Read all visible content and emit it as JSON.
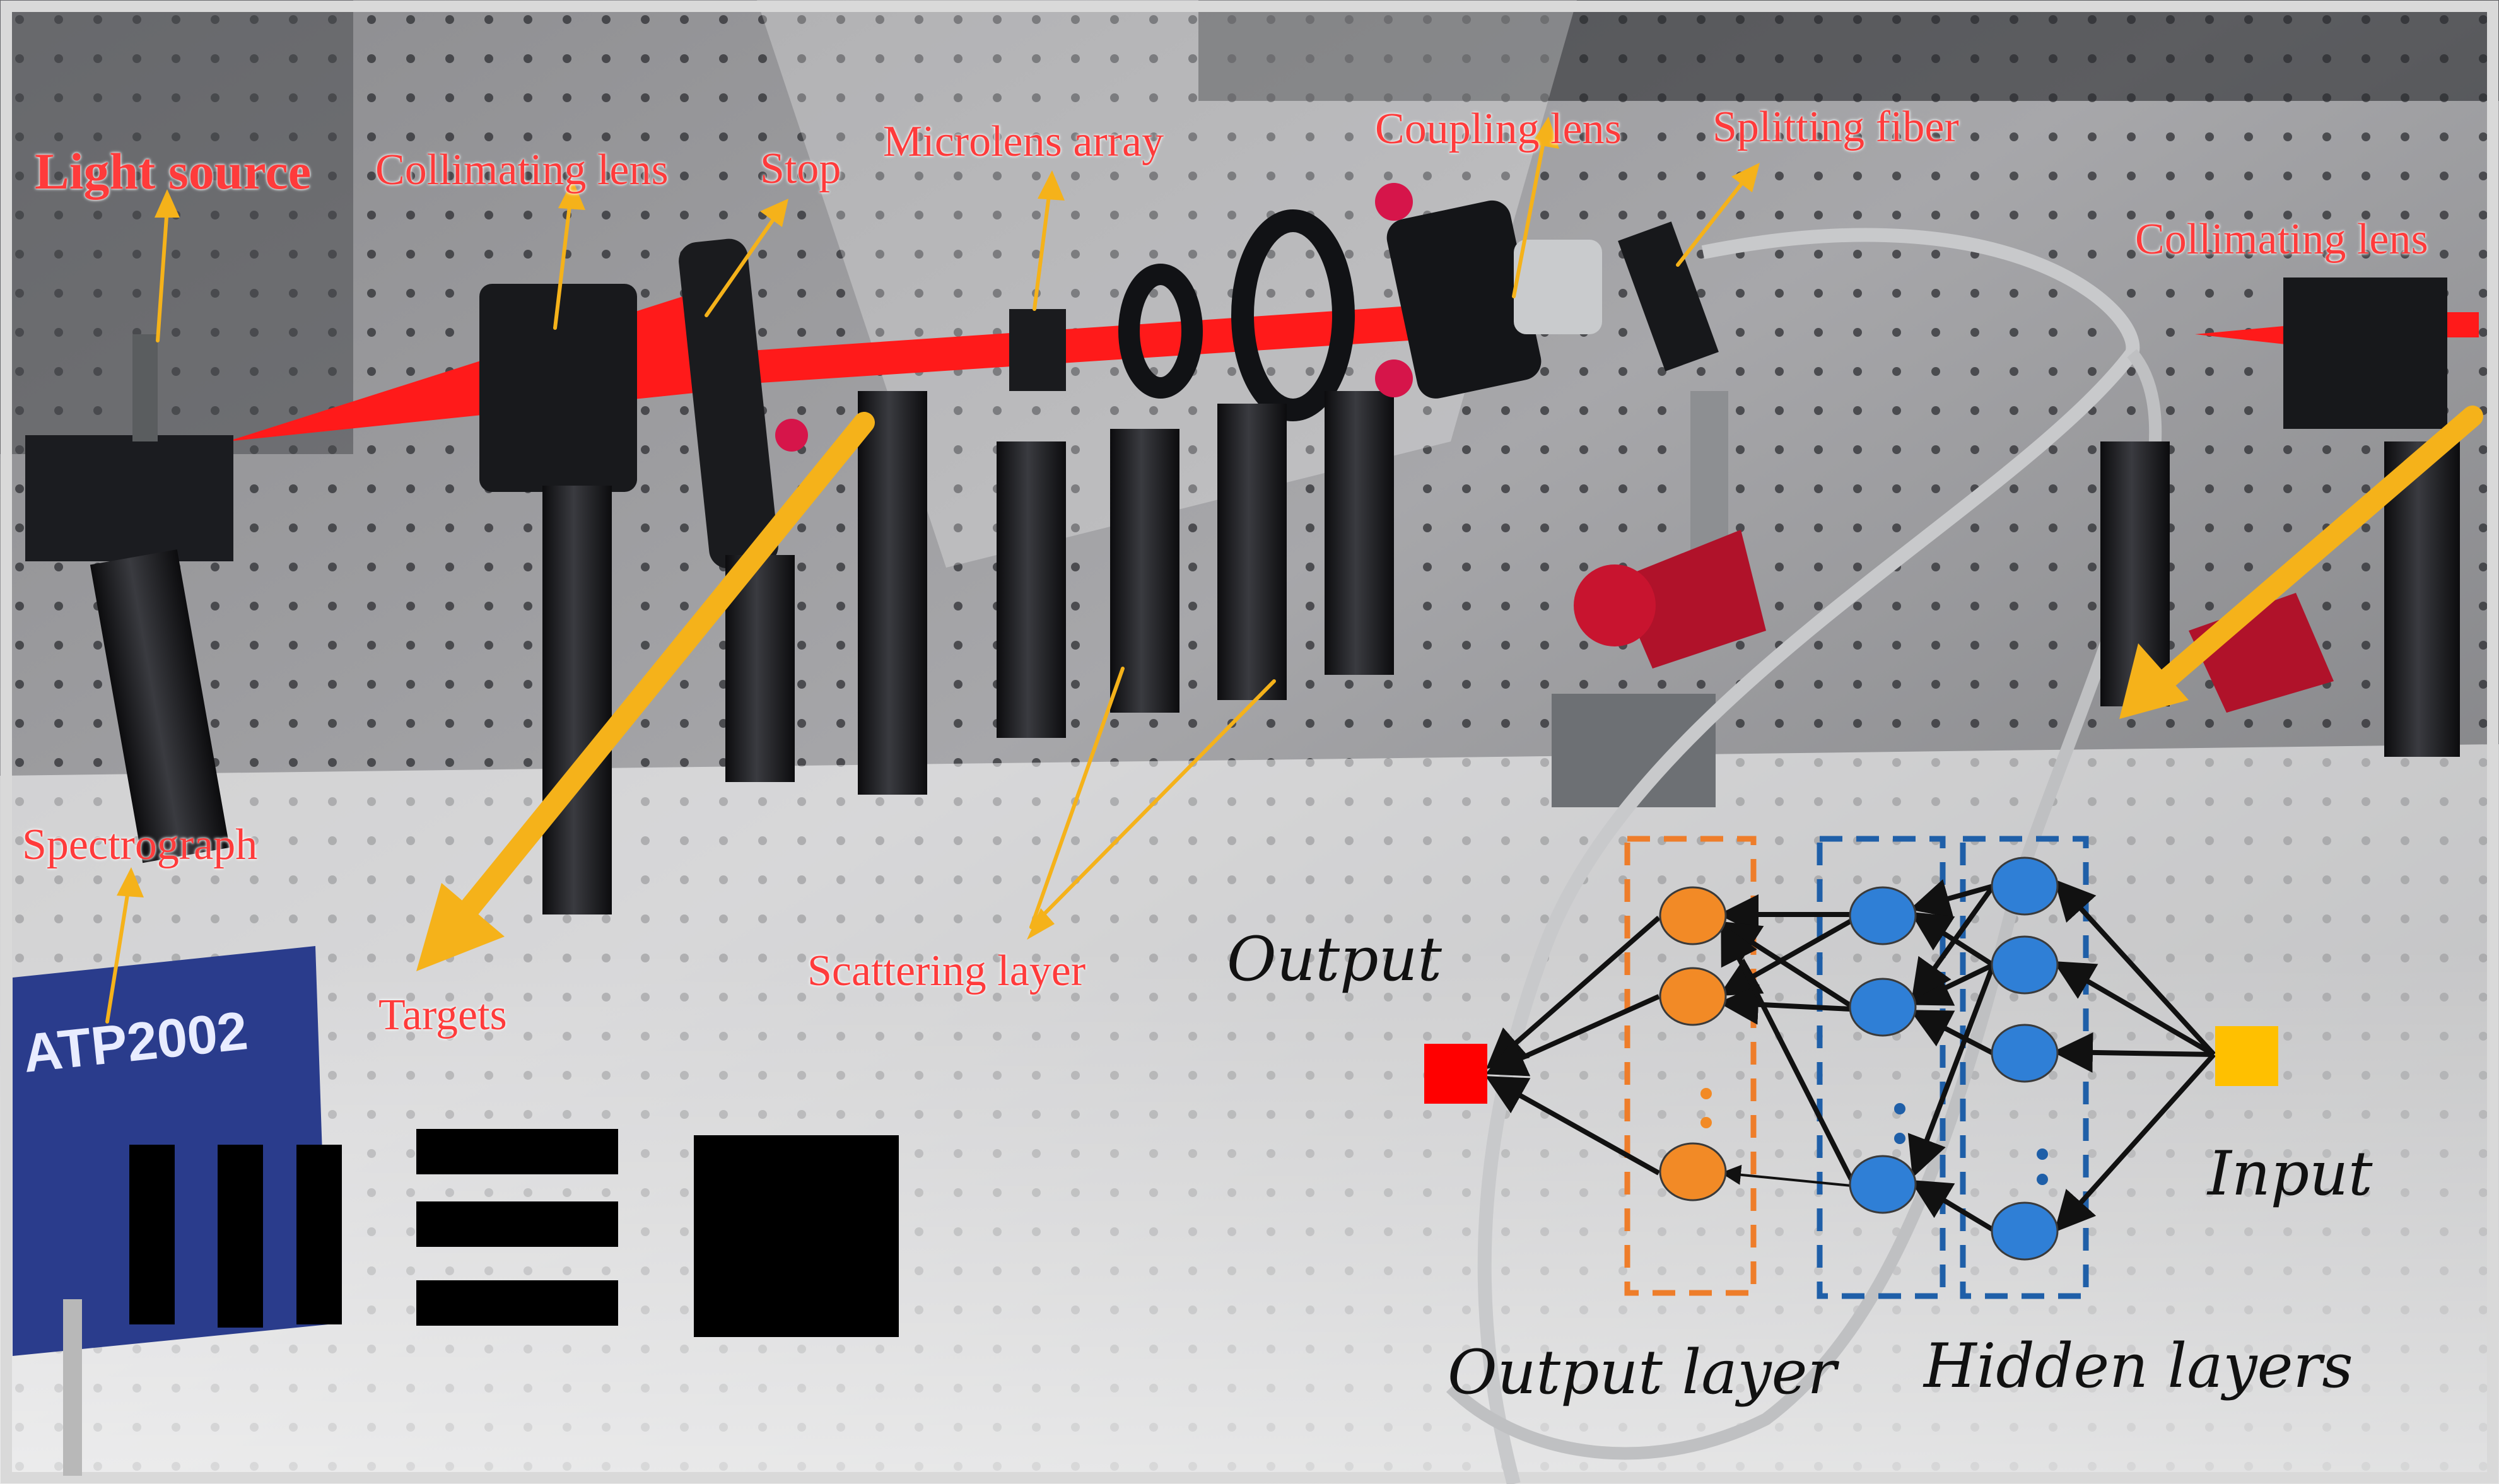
{
  "labels": {
    "light_source": "Light source",
    "collimating_lens_left": "Collimating lens",
    "stop": "Stop",
    "microlens_array": "Microlens array",
    "coupling_lens": "Coupling lens",
    "splitting_fiber": "Splitting fiber",
    "collimating_lens_right": "Collimating lens",
    "spectrograph": "Spectrograph",
    "targets": "Targets",
    "scattering_layer": "Scattering layer",
    "device_brand": "ATP2002"
  },
  "network": {
    "output_label": "Output",
    "input_label": "Input",
    "output_layer_label": "Output layer",
    "hidden_layers_label": "Hidden layers"
  },
  "colors": {
    "annotation_text": "#ff3b3b",
    "pointer_arrow": "#f5b21a",
    "laser_beam": "#ff1a1a",
    "output_node": "#f28a26",
    "hidden_node": "#2f7fd6",
    "output_square": "#ff0000",
    "input_square": "#ffc000",
    "output_box_dash": "#ee7d2a",
    "hidden_box_dash": "#1f5fa8"
  },
  "icons": {
    "targets": [
      "three-vertical-bars-icon",
      "three-horizontal-bars-icon",
      "solid-square-icon"
    ]
  }
}
